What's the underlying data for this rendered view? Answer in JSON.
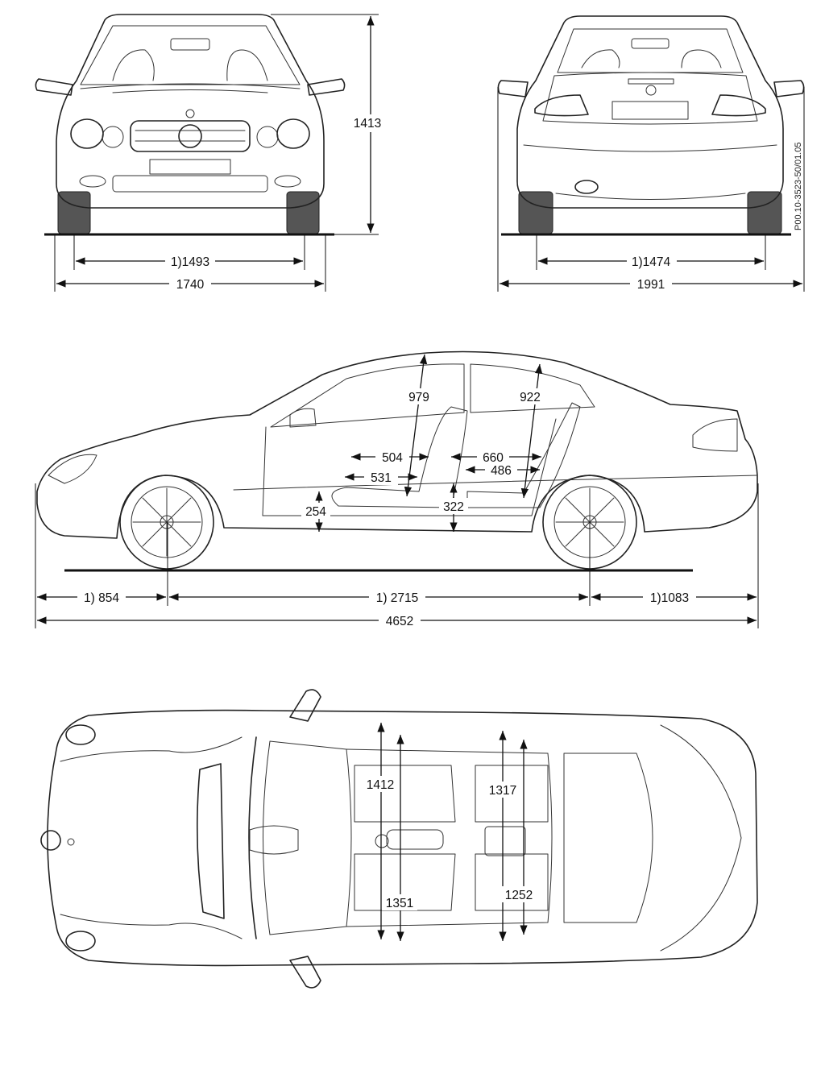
{
  "drawing_code": "P00.10-3523-50/01.05",
  "colors": {
    "line": "#222222",
    "background": "#ffffff"
  },
  "front_view": {
    "height_label": "1413",
    "track_label": "1)1493",
    "width_label": "1740"
  },
  "rear_view": {
    "track_label": "1)1474",
    "width_mirrors_label": "1991"
  },
  "side_view": {
    "headroom_front": "979",
    "headroom_rear": "922",
    "seat_depth_front_upper": "504",
    "seat_depth_front": "531",
    "seat_depth_rear_upper": "660",
    "seat_depth_rear": "486",
    "seat_height_front": "254",
    "seat_height_rear": "322",
    "front_overhang": "1) 854",
    "wheelbase": "1) 2715",
    "rear_overhang": "1)1083",
    "overall_length": "4652"
  },
  "top_view": {
    "shoulder_front": "1412",
    "shoulder_rear": "1317",
    "hip_front": "1351",
    "hip_rear": "1252"
  }
}
